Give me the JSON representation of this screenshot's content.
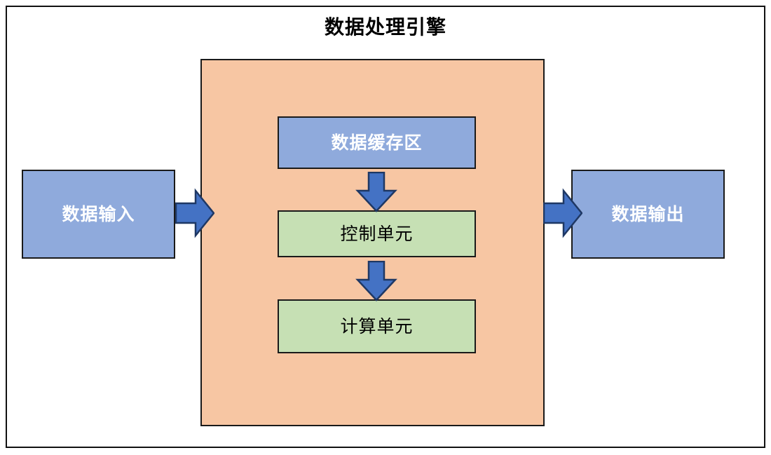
{
  "diagram": {
    "title": "数据处理引擎",
    "frame_color": "#111111",
    "background": "#ffffff"
  },
  "engine": {
    "name": "数据处理引擎",
    "fill": "#f7c6a3",
    "border": "#1a1a1a"
  },
  "nodes": {
    "input": {
      "label": "数据输入",
      "fill": "#8faadc",
      "text_color": "#ffffff"
    },
    "output": {
      "label": "数据输出",
      "fill": "#8faadc",
      "text_color": "#ffffff"
    },
    "cache": {
      "label": "数据缓存区",
      "fill": "#8faadc",
      "text_color": "#ffffff"
    },
    "control": {
      "label": "控制单元",
      "fill": "#c6e0b4",
      "text_color": "#000000"
    },
    "compute": {
      "label": "计算单元",
      "fill": "#c6e0b4",
      "text_color": "#000000"
    }
  },
  "arrows": [
    {
      "name": "数据输入 → 数据处理引擎",
      "direction": "right",
      "fill": "#4472c4",
      "border": "#1f3864"
    },
    {
      "name": "数据处理引擎 → 数据输出",
      "direction": "right",
      "fill": "#4472c4",
      "border": "#1f3864"
    },
    {
      "name": "数据缓存区 → 控制单元",
      "direction": "down",
      "fill": "#4472c4",
      "border": "#1f3864"
    },
    {
      "name": "控制单元 → 计算单元",
      "direction": "down",
      "fill": "#4472c4",
      "border": "#1f3864"
    }
  ]
}
